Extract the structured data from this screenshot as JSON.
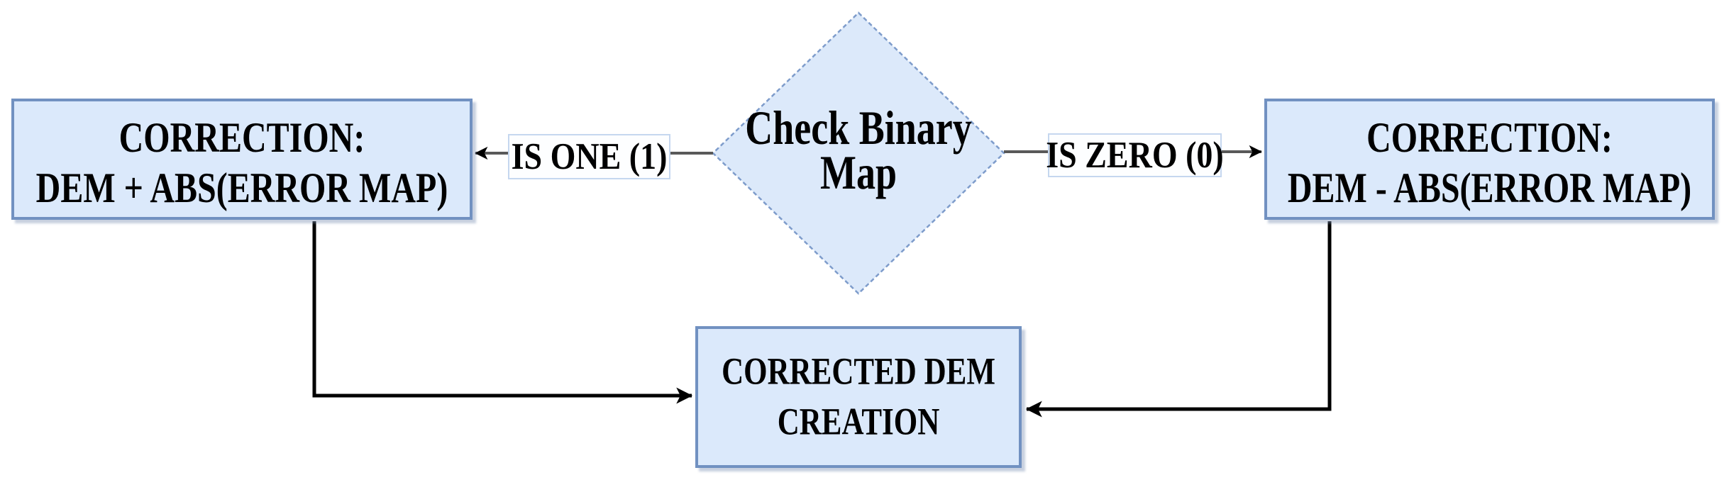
{
  "nodes": {
    "decision": {
      "line1": "Check Binary",
      "line2": "Map"
    },
    "left": {
      "line1": "CORRECTION:",
      "line2": "DEM + ABS(ERROR MAP)"
    },
    "right": {
      "line1": "CORRECTION:",
      "line2": "DEM - ABS(ERROR MAP)"
    },
    "bottom": {
      "line1": "CORRECTED DEM",
      "line2": "CREATION"
    }
  },
  "edges": {
    "left_label": "IS ONE (1)",
    "right_label": "IS ZERO (0)"
  },
  "colors": {
    "background": "#ffffff",
    "node_fill": "#dbe9fb",
    "node_border": "#7191c1",
    "decision_fill": "#dce9fa",
    "decision_border": "#7e9ccb",
    "edge_label_fill": "#fdfeff",
    "edge_label_border": "#c5d7ef",
    "connector_black": "#000000",
    "connector_gray": "#595959",
    "shadow": "rgba(130,150,185,0.45)",
    "text": "#000000"
  }
}
